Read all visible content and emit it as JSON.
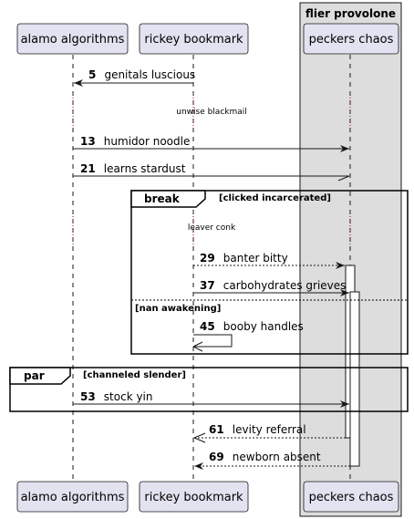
{
  "colors": {
    "participant_fill": "#E2E2F0",
    "participant_stroke": "#181818",
    "box_fill": "#DDDDDD",
    "lifeline": "#181818",
    "activation_fill": "#ffffff",
    "divider_dots": "#A80036"
  },
  "box": {
    "title": "flier provolone"
  },
  "participants": [
    {
      "id": "alamo",
      "label": "alamo algorithms"
    },
    {
      "id": "rickey",
      "label": "rickey bookmark"
    },
    {
      "id": "peckers",
      "label": "peckers chaos"
    }
  ],
  "messages": [
    {
      "num": "5",
      "text": "genitals luscious"
    },
    {
      "num": "13",
      "text": "humidor noodle"
    },
    {
      "num": "21",
      "text": "learns stardust"
    },
    {
      "num": "29",
      "text": "banter bitty"
    },
    {
      "num": "37",
      "text": "carbohydrates grieves"
    },
    {
      "num": "45",
      "text": "booby handles"
    },
    {
      "num": "53",
      "text": "stock yin"
    },
    {
      "num": "61",
      "text": "levity referral"
    },
    {
      "num": "69",
      "text": "newborn absent"
    }
  ],
  "delays": [
    {
      "text": "unwise blackmail"
    },
    {
      "text": "leaver conk"
    }
  ],
  "fragments": {
    "break": {
      "keyword": "break",
      "condition": "[clicked incarcerated]",
      "else_condition": "[nan awakening]"
    },
    "par": {
      "keyword": "par",
      "condition": "[channeled slender]"
    }
  }
}
